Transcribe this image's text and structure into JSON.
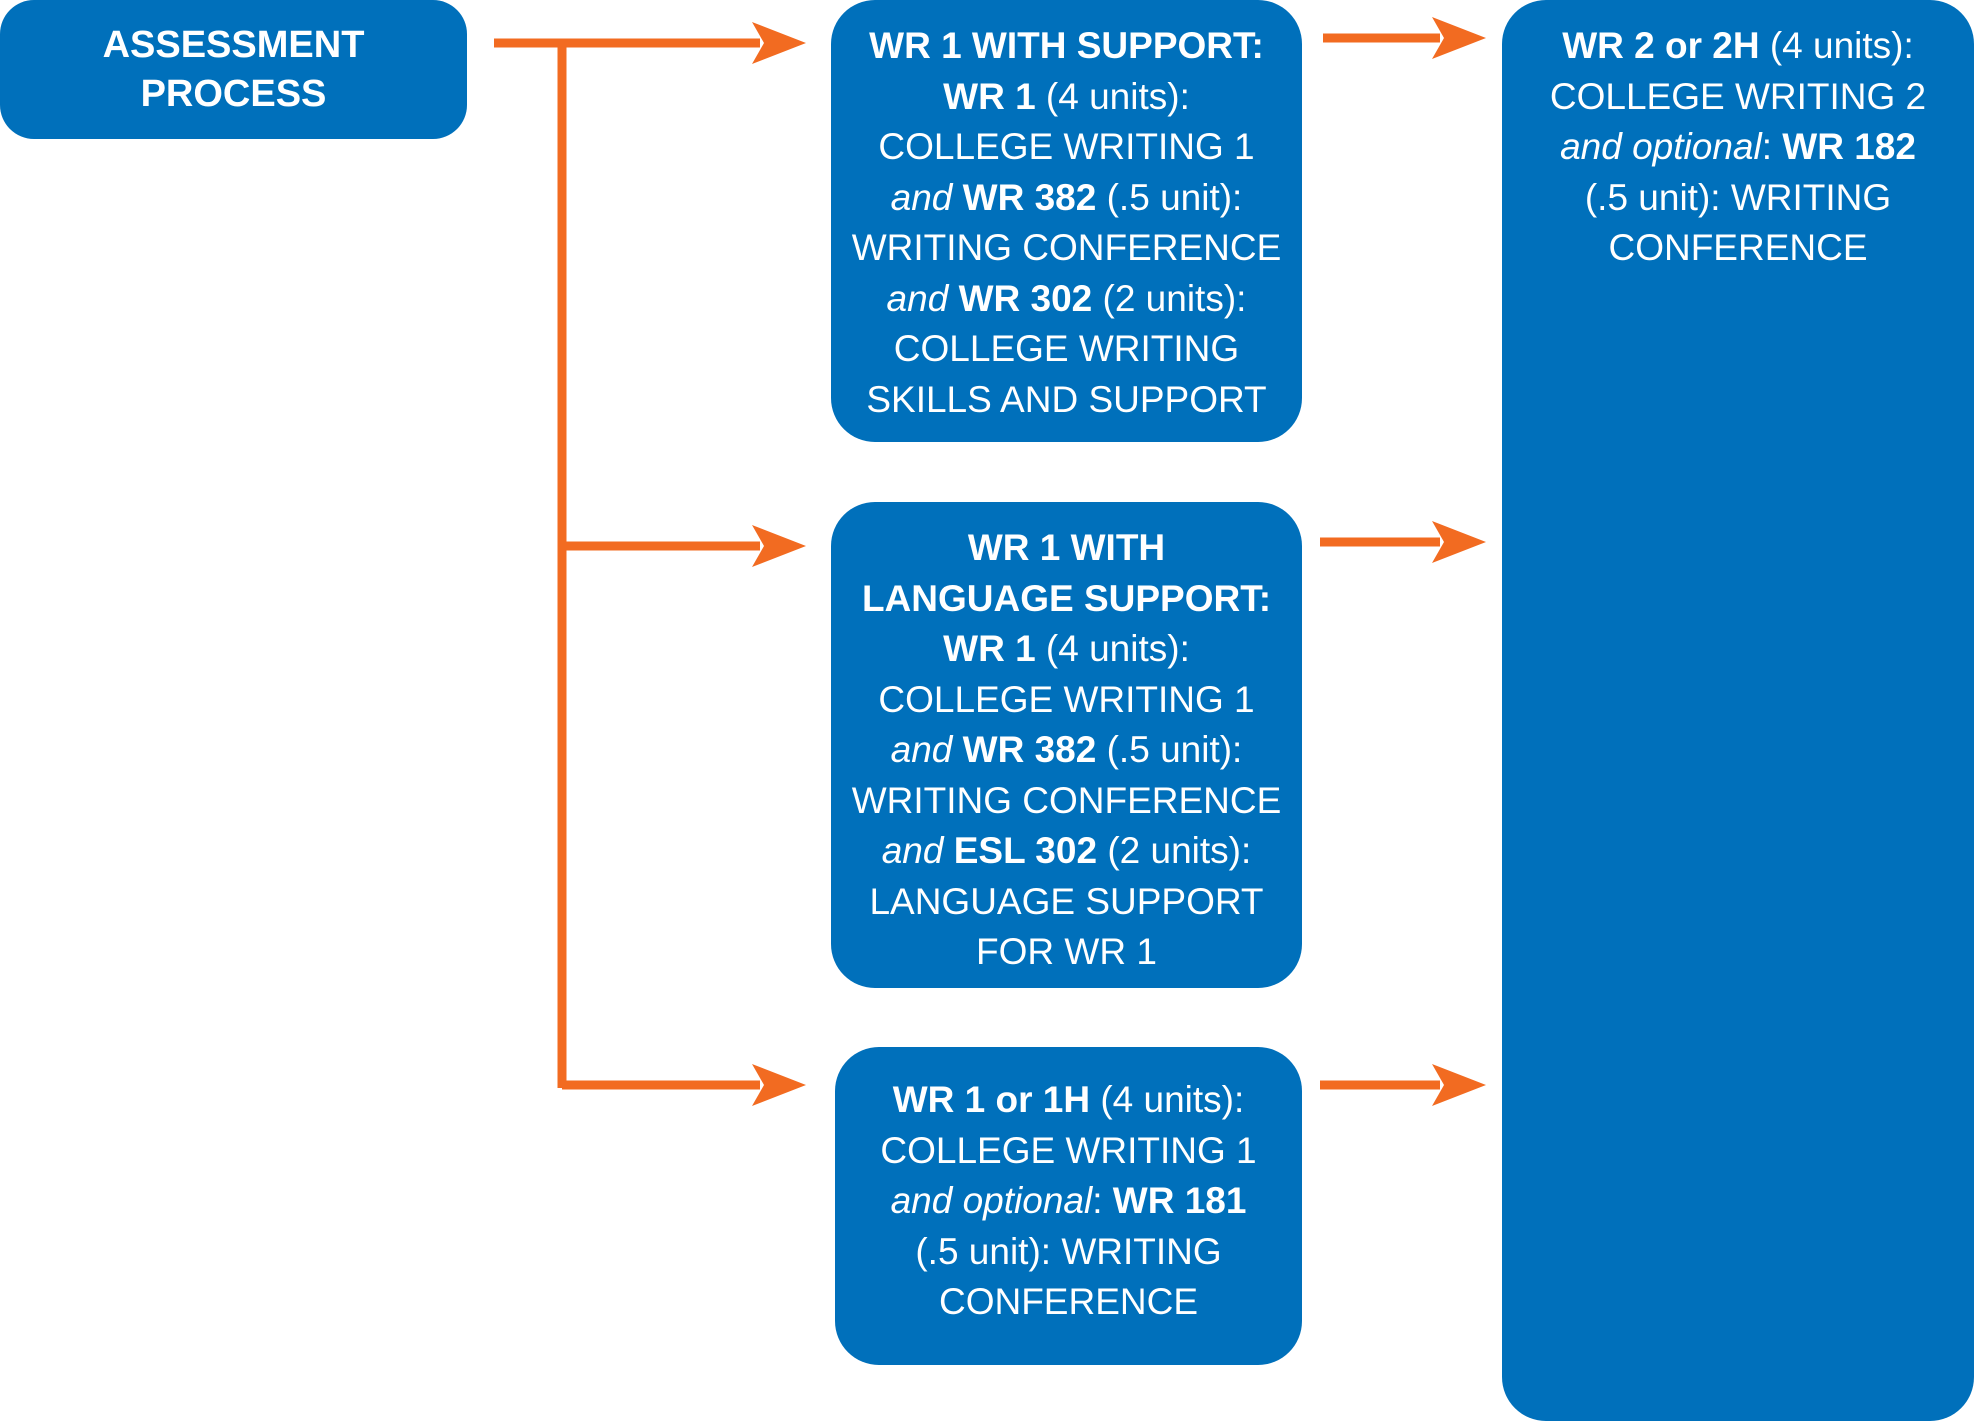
{
  "colors": {
    "box_fill": "#0070bb",
    "box_text": "#ffffff",
    "arrow": "#f26b21"
  },
  "start": {
    "line1": "ASSESSMENT",
    "line2": "PROCESS"
  },
  "box1": {
    "heading": "WR 1 WITH SUPPORT:",
    "course1": "WR 1",
    "course1_units": " (4 units):",
    "course1_title": "COLLEGE WRITING 1",
    "and1": "and",
    "course2": "WR 382",
    "course2_units": " (.5 unit):",
    "course2_title": "WRITING CONFERENCE",
    "and2": "and",
    "course3": "WR 302",
    "course3_units": " (2 units):",
    "course3_title_1": "COLLEGE WRITING",
    "course3_title_2": "SKILLS AND SUPPORT"
  },
  "box2": {
    "heading_1": "WR 1 WITH",
    "heading_2": "LANGUAGE SUPPORT:",
    "course1": "WR 1",
    "course1_units": " (4 units):",
    "course1_title": "COLLEGE WRITING 1",
    "and1": "and",
    "course2": "WR 382",
    "course2_units": " (.5 unit):",
    "course2_title": "WRITING CONFERENCE",
    "and2": "and",
    "course3": "ESL 302",
    "course3_units": " (2 units):",
    "course3_title_1": "LANGUAGE SUPPORT",
    "course3_title_2": "FOR WR 1"
  },
  "box3": {
    "course1": "WR 1 or 1H",
    "course1_units": " (4 units):",
    "course1_title": "COLLEGE WRITING 1",
    "optional": "and optional",
    "colon": ": ",
    "course2": "WR 181",
    "course2_units": "(.5 unit): WRITING",
    "course2_title": "CONFERENCE"
  },
  "final": {
    "course1": "WR 2 or 2H",
    "course1_units": " (4 units):",
    "course1_title": "COLLEGE WRITING 2",
    "optional": "and optional",
    "colon": ": ",
    "course2": "WR 182",
    "course2_units": "(.5 unit): WRITING",
    "course2_title": "CONFERENCE"
  }
}
